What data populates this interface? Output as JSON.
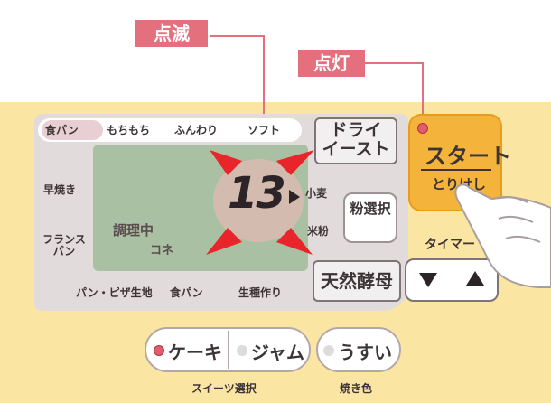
{
  "callouts": {
    "blink": "点滅",
    "lit": "点灯"
  },
  "menu_top": {
    "items": [
      "食パン",
      "もちもち",
      "ふんわり",
      "ソフト"
    ]
  },
  "left_labels": {
    "hayayaki": "早焼き",
    "france_line1": "フランス",
    "france_line2": "パン"
  },
  "bottom_labels": {
    "pan_pizza": "パン・ピザ生地",
    "shokupan": "食パン",
    "namagashi": "生種作り"
  },
  "display": {
    "status": "調理中",
    "sub_status": "コネ",
    "time": "13",
    "komugi": "小麦",
    "komeko": "米粉"
  },
  "buttons": {
    "dry_line1": "ドライ",
    "dry_line2": "イースト",
    "powder_line1": "粉選択",
    "tennen": "天然酵母",
    "start_main": "スタート",
    "start_sub": "とりけし",
    "timer": "タイマー"
  },
  "bottom_buttons": {
    "cake": "ケーキ",
    "jam": "ジャム",
    "usui": "うすい",
    "sweets_label": "スイーツ選択",
    "yakiiro_label": "焼き色"
  },
  "colors": {
    "callout": "#e46f7d",
    "lcd": "#a9c1a2",
    "start": "#f4b33a",
    "body": "#fbe5a3",
    "led_on": "#e05d6f",
    "led_off": "#dcdcdc"
  },
  "icons": [
    "triangle-down-icon",
    "triangle-up-icon",
    "play-arrow-icon",
    "hand-icon"
  ]
}
